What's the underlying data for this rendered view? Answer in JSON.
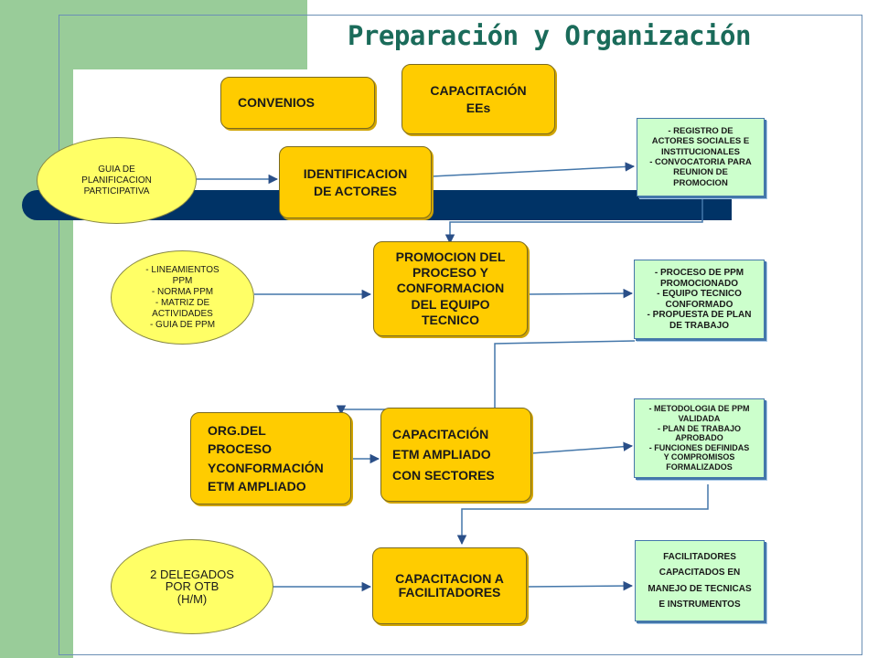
{
  "title": "Preparación y Organización",
  "boxes": {
    "convenios": "CONVENIOS",
    "capacitacion_ees": [
      "CAPACITACIÓN",
      "EEs"
    ],
    "identificacion": [
      "IDENTIFICACION",
      "DE ACTORES"
    ],
    "promocion": [
      "PROMOCION DEL",
      "PROCESO Y",
      "CONFORMACION",
      "DEL EQUIPO",
      "TECNICO"
    ],
    "org_proceso": [
      "ORG.DEL",
      "PROCESO",
      "YCONFORMACIÓN",
      "ETM AMPLIADO"
    ],
    "capacitacion_etm": [
      "CAPACITACIÓN",
      "ETM AMPLIADO",
      "CON SECTORES"
    ],
    "capacitacion_facilitadores": [
      "CAPACITACION A",
      "FACILITADORES"
    ]
  },
  "ovals": {
    "guia": [
      "GUIA DE",
      "PLANIFICACION",
      "PARTICIPATIVA"
    ],
    "lineamientos": [
      "- LINEAMIENTOS",
      "PPM",
      "- NORMA PPM",
      "- MATRIZ DE",
      "ACTIVIDADES",
      "- GUIA DE PPM"
    ],
    "delegados": [
      "2 DELEGADOS",
      "POR OTB",
      "(H/M)"
    ]
  },
  "outputs": {
    "registro": [
      "- REGISTRO DE",
      "ACTORES SOCIALES E",
      "INSTITUCIONALES",
      "- CONVOCATORIA PARA",
      "REUNION DE",
      "PROMOCION"
    ],
    "proceso_ppm": [
      "- PROCESO DE PPM",
      "PROMOCIONADO",
      "- EQUIPO TECNICO",
      "CONFORMADO",
      "- PROPUESTA DE PLAN",
      "DE TRABAJO"
    ],
    "metodologia": [
      "- METODOLOGIA DE PPM",
      "VALIDADA",
      "- PLAN DE TRABAJO",
      "APROBADO",
      "- FUNCIONES DEFINIDAS",
      "Y COMPROMISOS",
      "FORMALIZADOS"
    ],
    "facilitadores": [
      "FACILITADORES",
      "CAPACITADOS EN",
      "MANEJO DE TECNICAS",
      "E INSTRUMENTOS"
    ]
  },
  "colors": {
    "box_fill": "#ffcc00",
    "oval_fill": "#ffff66",
    "output_fill": "#ccffcc",
    "title": "#1a6b5a",
    "bar": "#003366",
    "band": "#99cc99",
    "connector": "#4477aa"
  }
}
